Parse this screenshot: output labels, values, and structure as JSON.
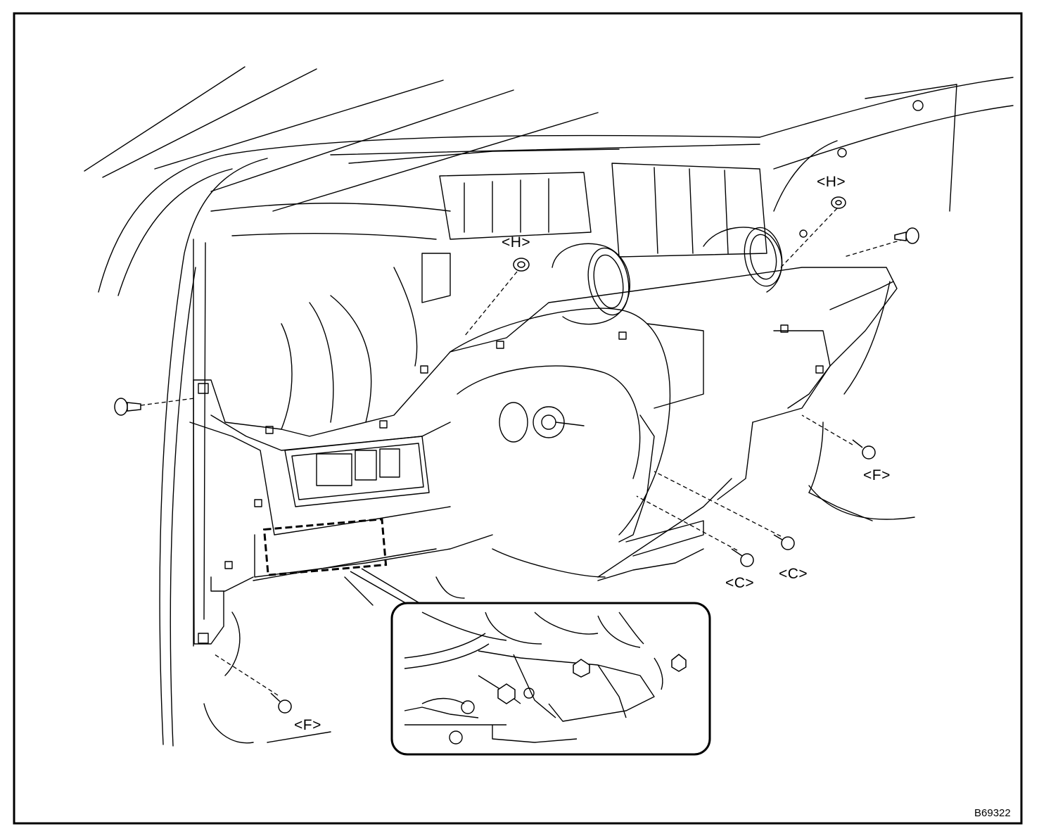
{
  "figure": {
    "code": "B69322",
    "callouts": {
      "h_center": "<H>",
      "h_right": "<H>",
      "f_right": "<F>",
      "f_bottom": "<F>",
      "c_left": "<C>",
      "c_right": "<C>"
    }
  }
}
